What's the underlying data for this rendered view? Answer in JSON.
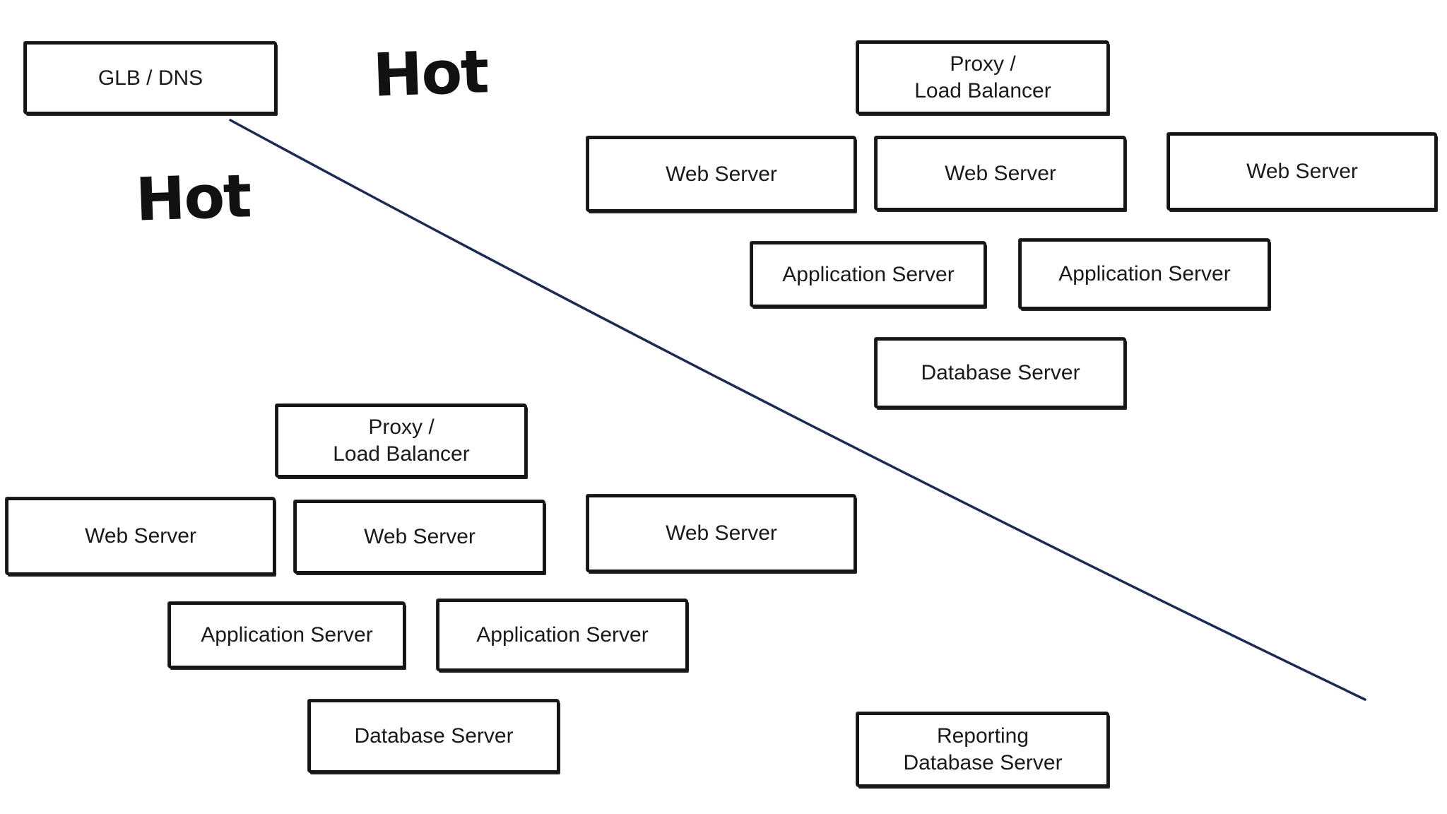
{
  "diagram": {
    "labels": {
      "hot_top": "Hot",
      "hot_left": "Hot"
    },
    "nodes": {
      "glb_dns": "GLB / DNS",
      "dc1_proxy": "Proxy /\nLoad Balancer",
      "dc1_web_1": "Web Server",
      "dc1_web_2": "Web Server",
      "dc1_web_3": "Web Server",
      "dc1_app_1": "Application Server",
      "dc1_app_2": "Application Server",
      "dc1_db": "Database Server",
      "dc2_proxy": "Proxy /\nLoad Balancer",
      "dc2_web_1": "Web Server",
      "dc2_web_2": "Web Server",
      "dc2_web_3": "Web Server",
      "dc2_app_1": "Application Server",
      "dc2_app_2": "Application Server",
      "dc2_db": "Database Server",
      "reporting_db": "Reporting\nDatabase Server"
    },
    "colors": {
      "box_border": "#151515",
      "text": "#1a1a1a",
      "divider_line": "#1d2a55"
    }
  }
}
